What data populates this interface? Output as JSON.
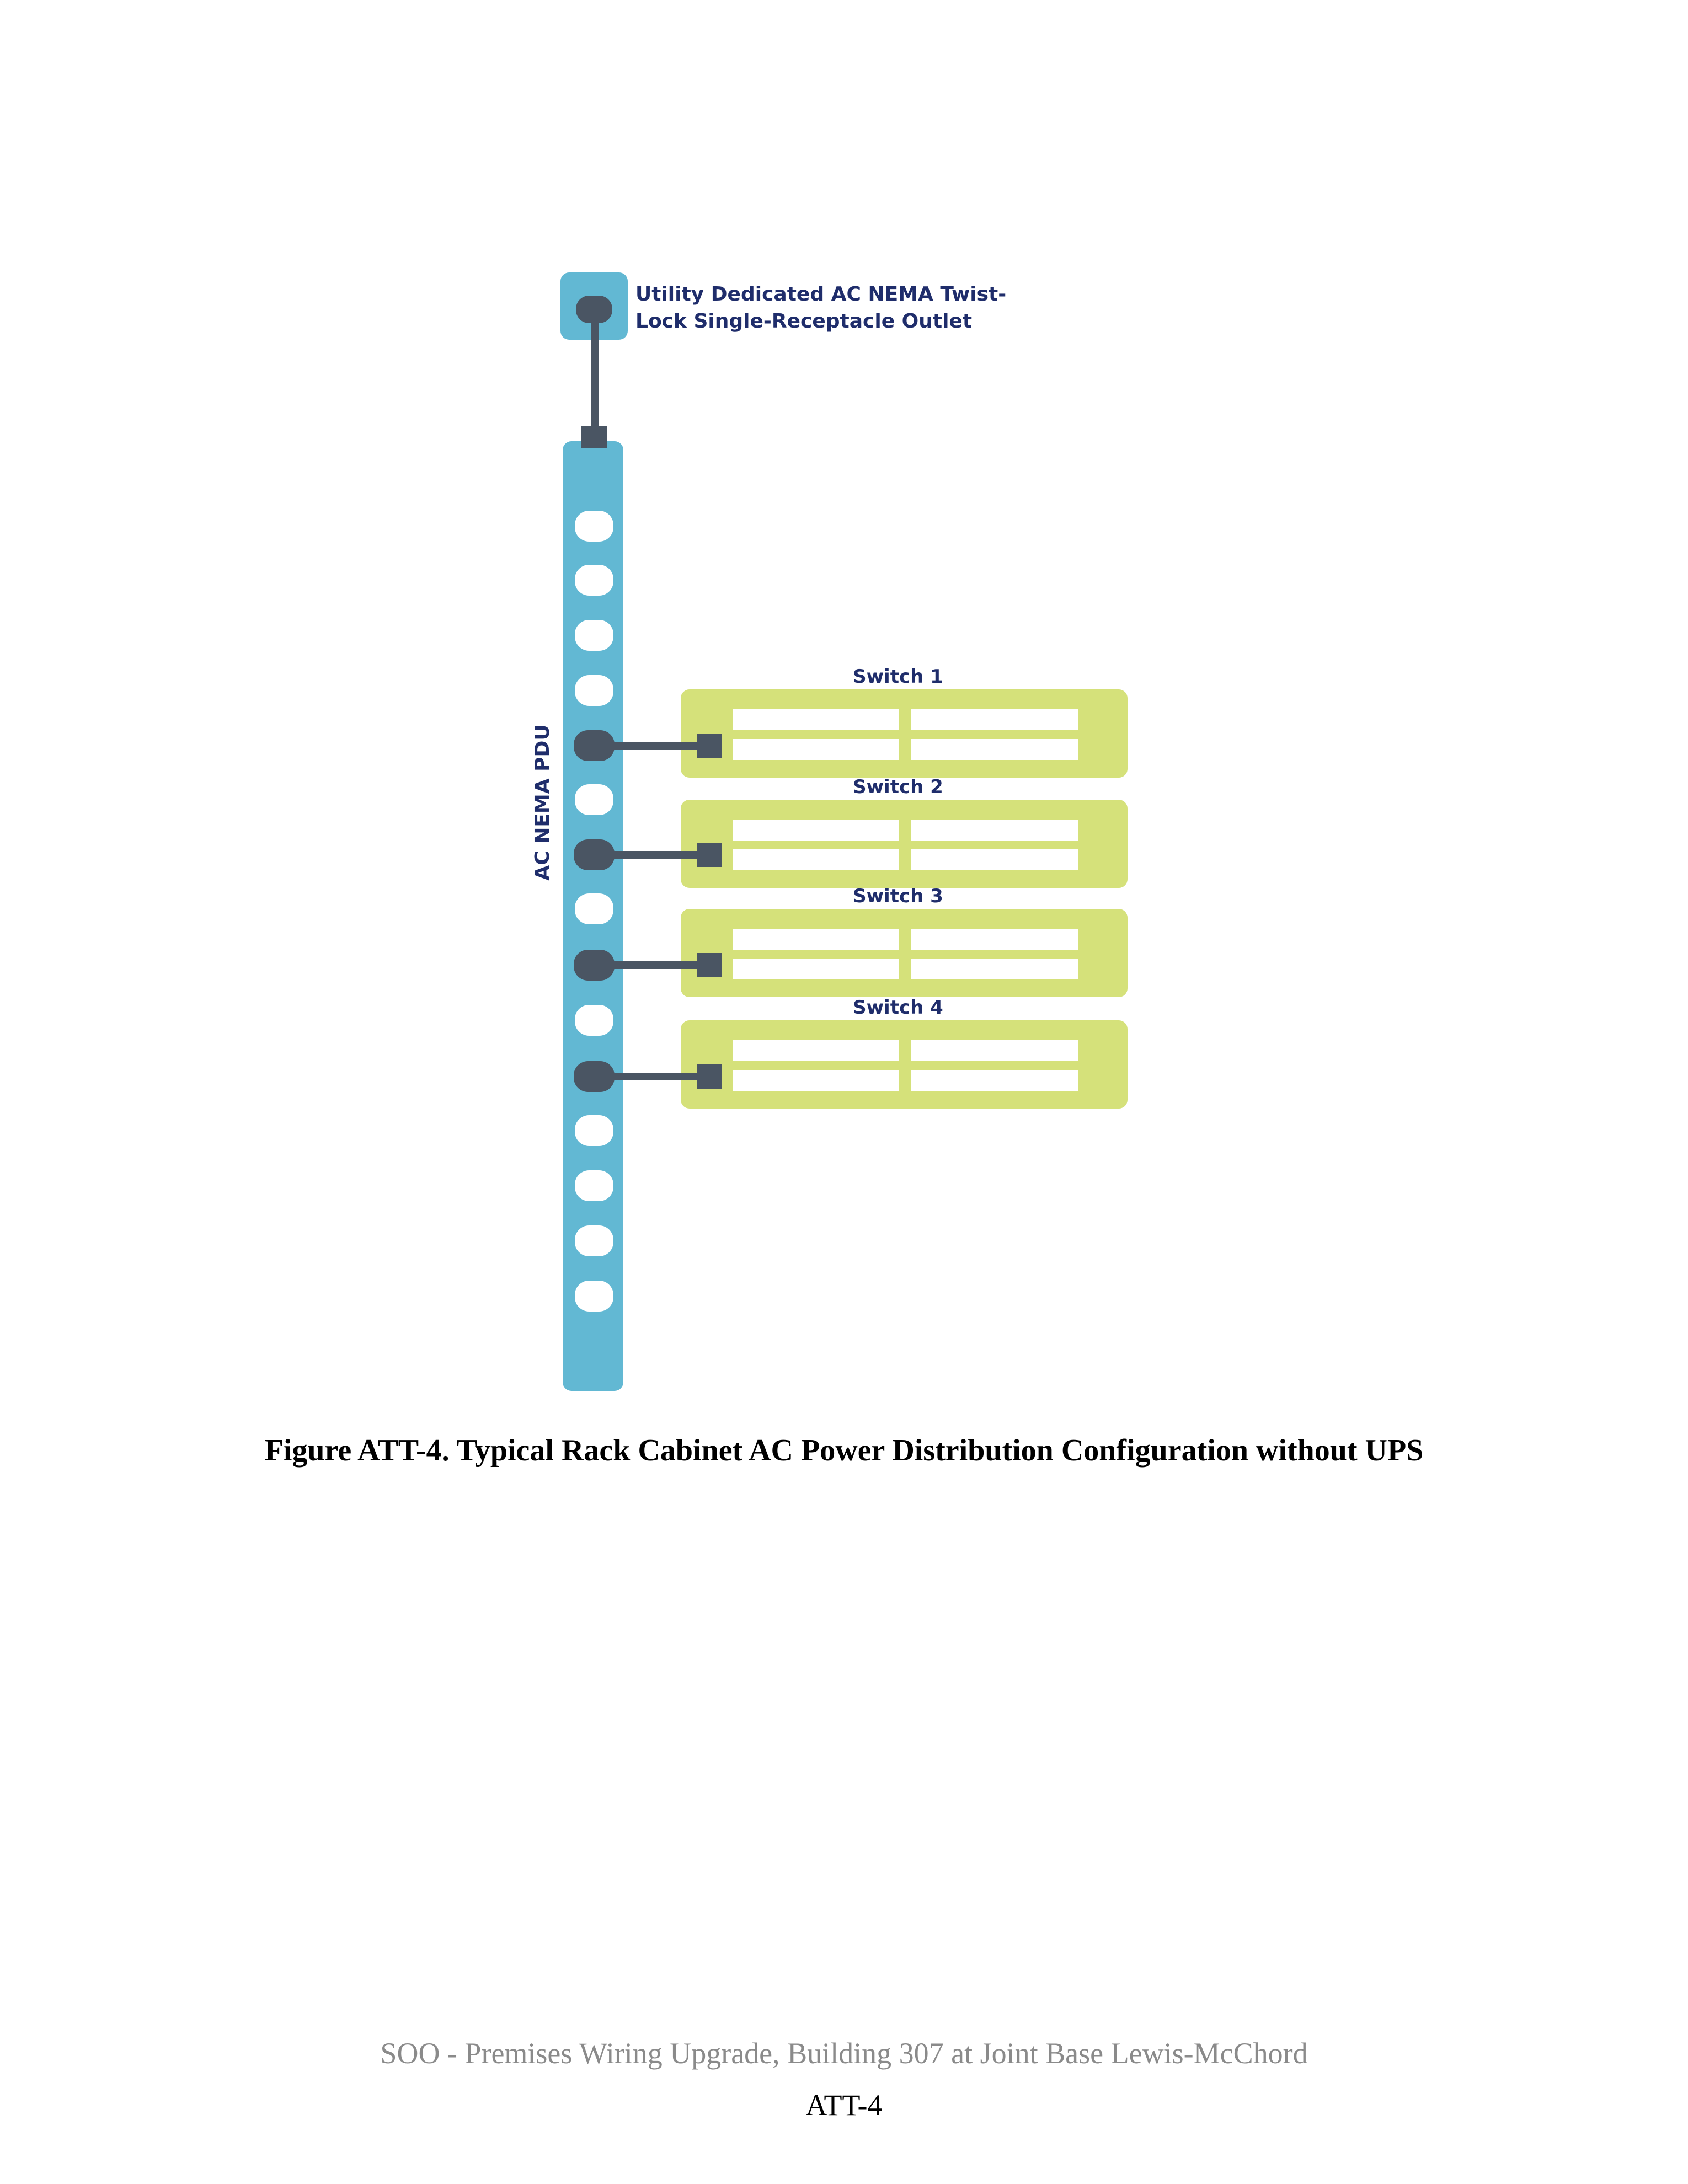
{
  "diagram": {
    "outlet_label_line1": "Utility Dedicated AC NEMA Twist-",
    "outlet_label_line2": "Lock Single-Receptacle Outlet",
    "pdu_label": "AC NEMA PDU",
    "switches": [
      {
        "label": "Switch 1"
      },
      {
        "label": "Switch 2"
      },
      {
        "label": "Switch 3"
      },
      {
        "label": "Switch 4"
      }
    ],
    "colors": {
      "pdu": "#62b8d3",
      "switch": "#d5e17a",
      "cable": "#4a5563",
      "label": "#1f2d6b",
      "socket": "#ffffff"
    }
  },
  "caption": "Figure ATT-4.  Typical Rack Cabinet AC Power Distribution Configuration without UPS",
  "footer": {
    "title": "SOO - Premises Wiring Upgrade, Building 307 at Joint Base Lewis-McChord",
    "page": "ATT-4"
  }
}
